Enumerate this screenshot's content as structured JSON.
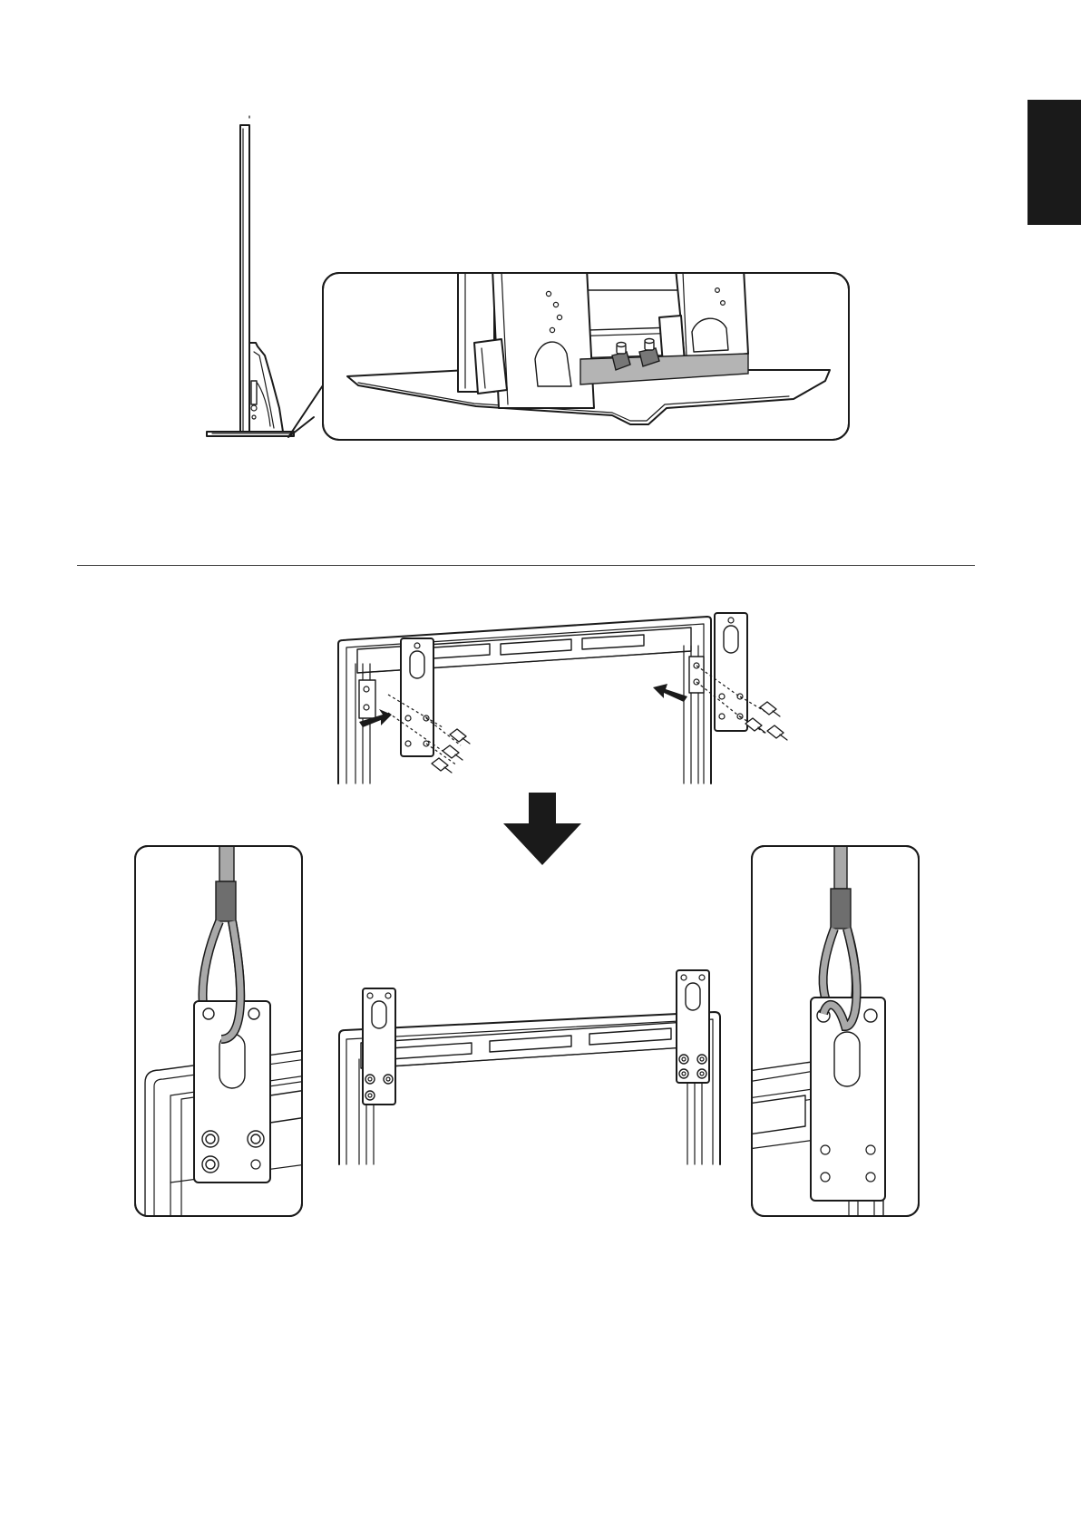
{
  "page": {
    "colors": {
      "line": "#1a1a1a",
      "tab": "#1a1a1a",
      "pad": "#a9a9a9",
      "wire": "#a9a9a9",
      "wire_sleeve": "#6e6e6e"
    },
    "figures": [
      "side-view-display-on-stand",
      "stand-base-detail-callout",
      "brackets-being-attached",
      "down-arrow-icon",
      "brackets-attached",
      "left-wire-loop-detail",
      "right-wire-loop-detail"
    ]
  }
}
